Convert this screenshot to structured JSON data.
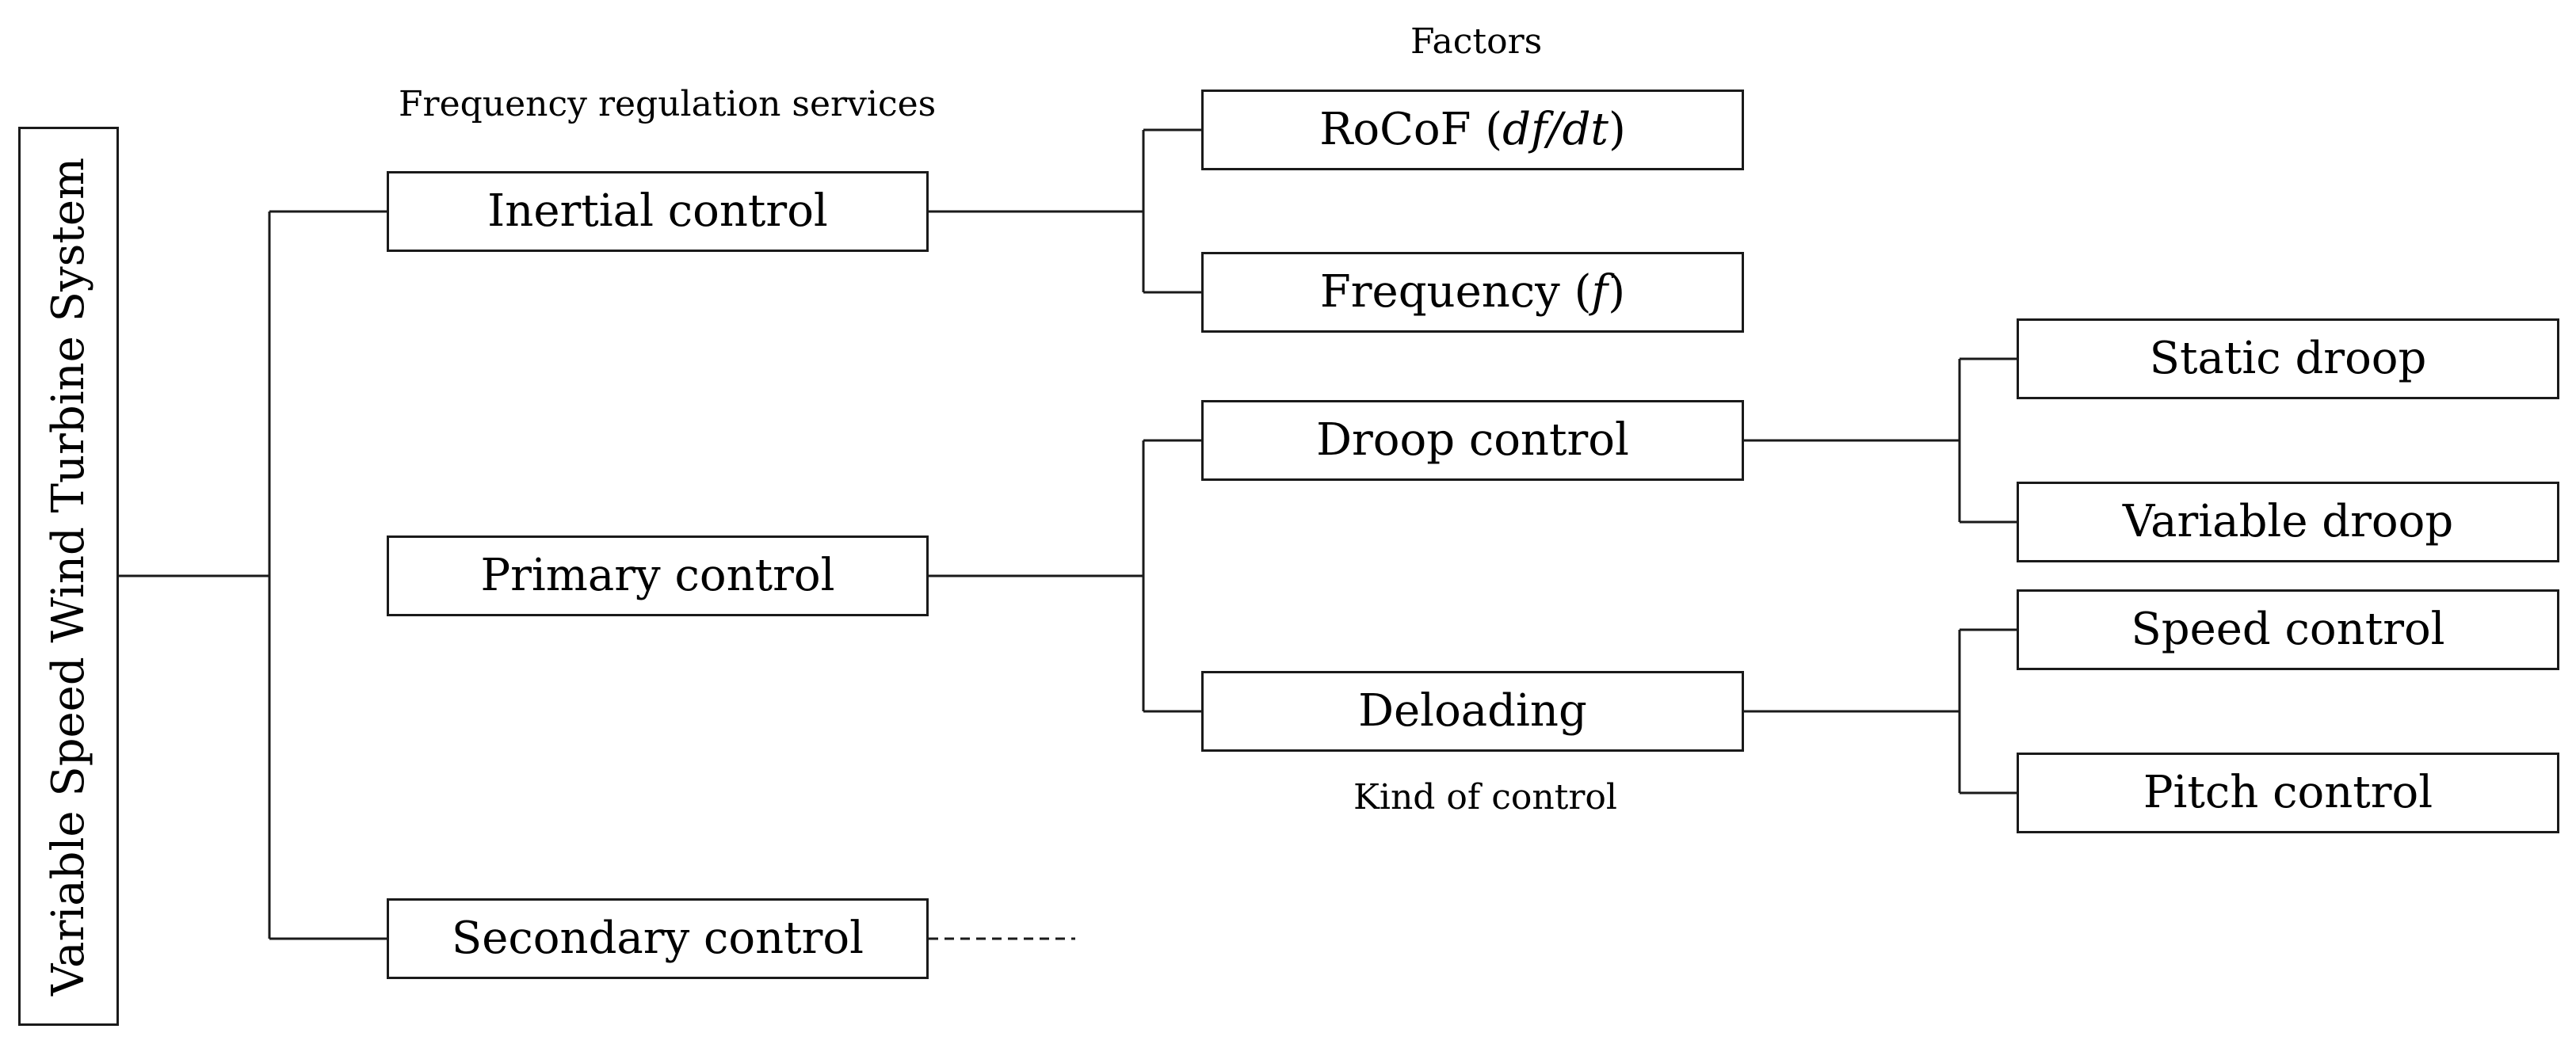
{
  "root": {
    "label": "Variable Speed Wind Turbine System"
  },
  "captions": {
    "services": "Frequency regulation services",
    "factors": "Factors",
    "kind": "Kind of control"
  },
  "services": {
    "inertial": "Inertial control",
    "primary": "Primary control",
    "secondary": "Secondary control"
  },
  "factors": {
    "rocof_prefix": "RoCoF (",
    "rocof_var": "df/dt",
    "rocof_suffix": ")",
    "freq_prefix": "Frequency (",
    "freq_var": "f",
    "freq_suffix": ")"
  },
  "kinds": {
    "droop": "Droop control",
    "deloading": "Deloading"
  },
  "methods": {
    "static_droop": "Static droop",
    "variable_droop": "Variable droop",
    "speed_control": "Speed control",
    "pitch_control": "Pitch control"
  }
}
